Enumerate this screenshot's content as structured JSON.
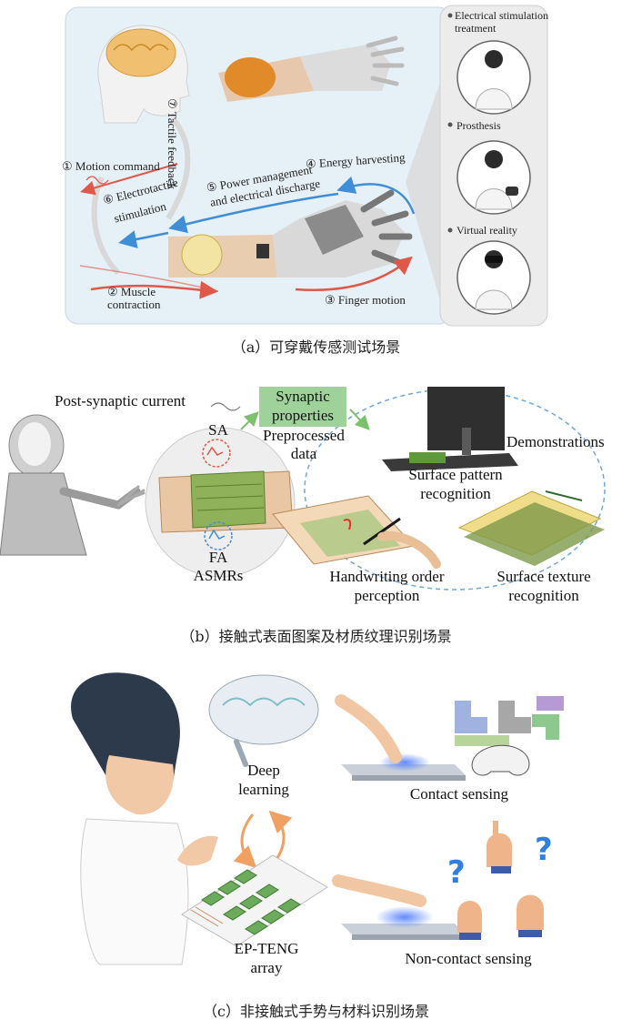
{
  "panel_a": {
    "caption": "（a）可穿戴传感测试场景",
    "steps": {
      "motion_command": "① Motion command",
      "tactile_feedback": "⑦ Tactile feedback",
      "muscle_contraction_1": "② Muscle",
      "muscle_contraction_2": "contraction",
      "finger_motion": "③ Finger motion",
      "energy_harvesting": "④ Energy harvesting",
      "power_management_1": "⑤ Power management",
      "power_management_2": "and electrical discharge",
      "electrotactile_1": "⑥ Electrotactile",
      "electrotactile_2": "stimulation"
    },
    "applications": {
      "electrical_stimulation_1": "Electrical stimulation",
      "electrical_stimulation_2": "treatment",
      "prosthesis": "Prosthesis",
      "virtual_reality": "Virtual reality"
    }
  },
  "panel_b": {
    "caption": "（b）接触式表面图案及材质纹理识别场景",
    "post_synaptic_current": "Post-synaptic current",
    "synaptic_properties_1": "Synaptic",
    "synaptic_properties_2": "properties",
    "preprocessed_1": "Preprocessed",
    "preprocessed_2": "data",
    "sa": "SA",
    "fa": "FA",
    "asmrs": "ASMRs",
    "demonstrations": "Demonstrations",
    "surface_pattern_1": "Surface pattern",
    "surface_pattern_2": "recognition",
    "handwriting_1": "Handwriting order",
    "handwriting_2": "perception",
    "surface_texture_1": "Surface texture",
    "surface_texture_2": "recognition"
  },
  "panel_c": {
    "caption": "（c）非接触式手势与材料识别场景",
    "deep_learning_1": "Deep",
    "deep_learning_2": "learning",
    "ep_teng_1": "EP-TENG",
    "ep_teng_2": "array",
    "contact_sensing": "Contact sensing",
    "non_contact_sensing": "Non-contact sensing"
  },
  "colors": {
    "panel_bg": "#e6f0f7",
    "side_panel_bg": "#ececec",
    "arrow_red": "#e0584a",
    "arrow_blue": "#3f8ed6",
    "synaptic_box": "#9fd29a",
    "teng_green": "#6cab5c"
  }
}
